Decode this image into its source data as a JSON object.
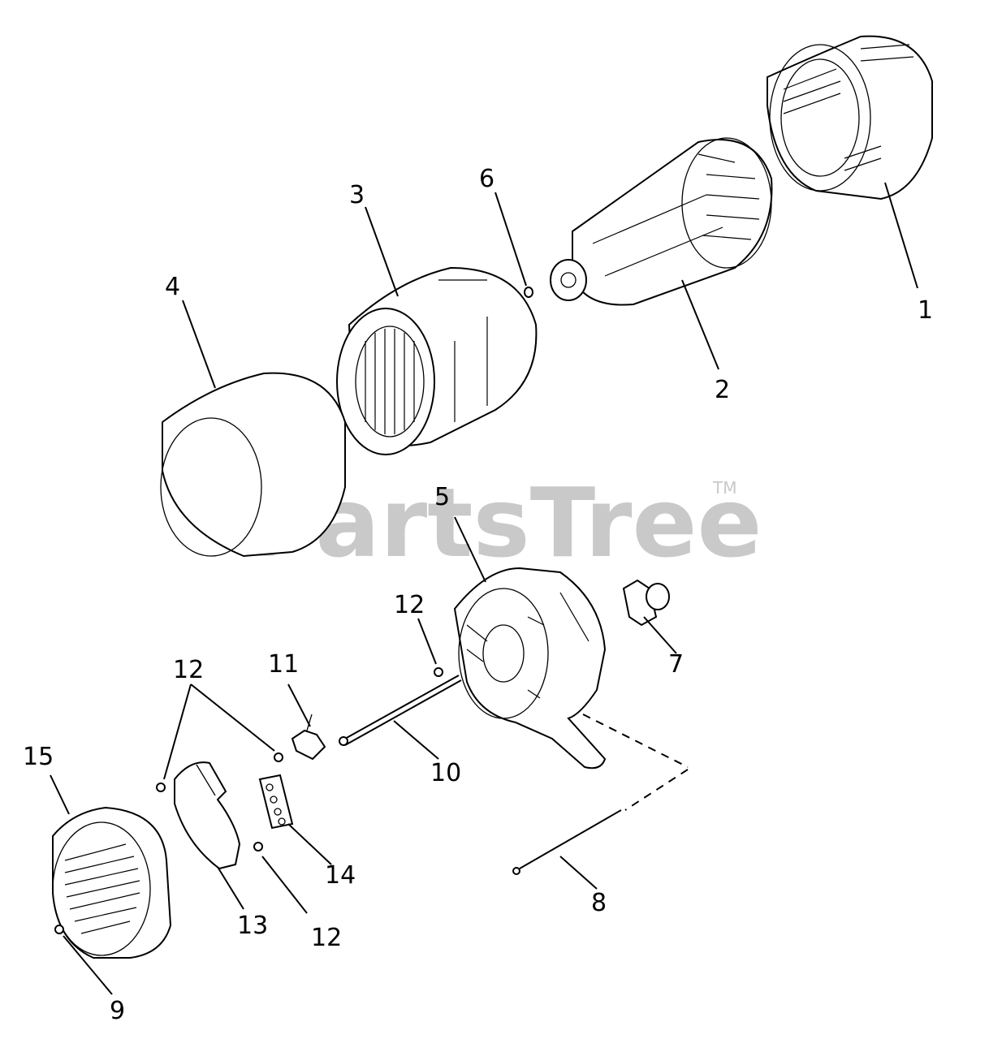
{
  "watermark": {
    "brand": "PartsTree",
    "trademark": "TM"
  },
  "callouts": [
    {
      "id": "c1",
      "label": "1"
    },
    {
      "id": "c2",
      "label": "2"
    },
    {
      "id": "c3",
      "label": "3"
    },
    {
      "id": "c4",
      "label": "4"
    },
    {
      "id": "c5",
      "label": "5"
    },
    {
      "id": "c6",
      "label": "6"
    },
    {
      "id": "c7",
      "label": "7"
    },
    {
      "id": "c8",
      "label": "8"
    },
    {
      "id": "c9",
      "label": "9"
    },
    {
      "id": "c10",
      "label": "10"
    },
    {
      "id": "c11",
      "label": "11"
    },
    {
      "id": "c12a",
      "label": "12"
    },
    {
      "id": "c12b",
      "label": "12"
    },
    {
      "id": "c12c",
      "label": "12"
    },
    {
      "id": "c13",
      "label": "13"
    },
    {
      "id": "c14",
      "label": "14"
    },
    {
      "id": "c15",
      "label": "15"
    }
  ]
}
